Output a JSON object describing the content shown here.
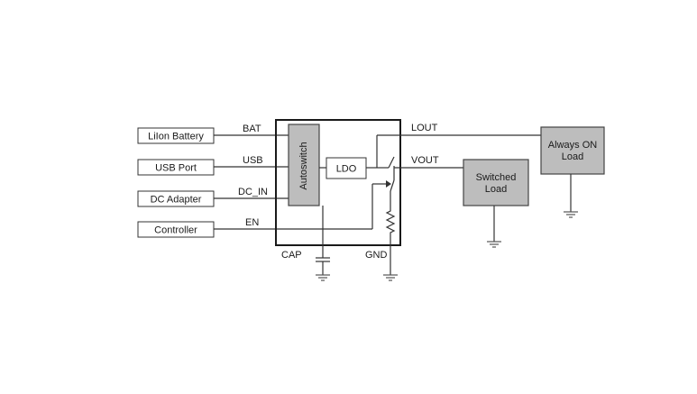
{
  "sources": {
    "battery": "LiIon Battery",
    "usb": "USB Port",
    "dc_adapter": "DC Adapter",
    "controller": "Controller"
  },
  "pins": {
    "bat": "BAT",
    "usb": "USB",
    "dc_in": "DC_IN",
    "en": "EN",
    "cap": "CAP",
    "gnd": "GND",
    "lout": "LOUT",
    "vout": "VOUT"
  },
  "blocks": {
    "autoswitch": "Autoswitch",
    "ldo": "LDO"
  },
  "loads": {
    "switched": [
      "Switched",
      "Load"
    ],
    "always_on": [
      "Always ON",
      "Load"
    ]
  },
  "colors": {
    "block_fill": "#bdbdbd",
    "line": "#333333"
  }
}
